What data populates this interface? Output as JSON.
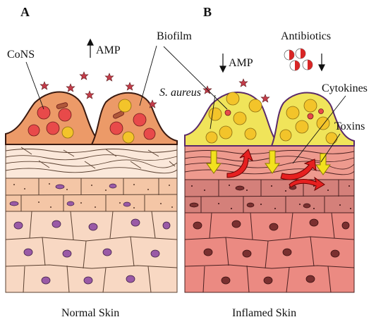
{
  "panels": {
    "left": {
      "letter": "A",
      "caption": "Normal Skin",
      "labels": {
        "cons": "CoNS",
        "amp": "AMP",
        "biofilm": "Biofilm"
      }
    },
    "right": {
      "letter": "B",
      "caption": "Inflamed Skin",
      "labels": {
        "amp": "AMP",
        "antibiotics": "Antibiotics",
        "s_aureus": "S. aureus",
        "cytokines": "Cytokines",
        "toxins": "Toxins"
      }
    }
  },
  "colors": {
    "normal_biofilm": "#ec9a68",
    "inflamed_biofilm": "#f0e45a",
    "cons_cell": "#e84a4a",
    "s_aureus_cell": "#f3c42a",
    "amp_star": "#c43c4a",
    "normal_stratum_corneum": "#fbe8da",
    "normal_granulosum": "#f4c6a6",
    "normal_basal": "#f8d8c3",
    "normal_nucleus": "#9a5aa6",
    "inflamed_tissue": "#ee9a8e",
    "inflamed_granulosum": "#d4807a",
    "inflamed_basal": "#eb8a82",
    "inflamed_nucleus": "#7a3030",
    "toxin_arrow": "#f2e11e",
    "cytokine_arrow": "#e62020"
  }
}
